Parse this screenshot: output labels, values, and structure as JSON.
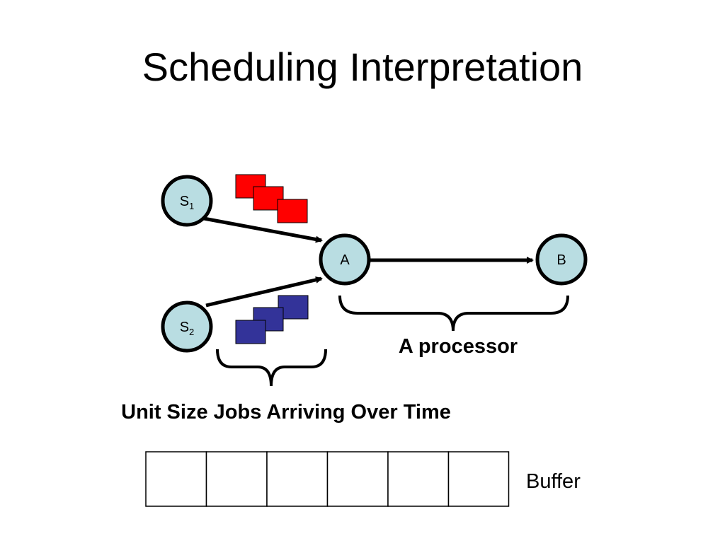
{
  "slide": {
    "title": "Scheduling Interpretation"
  },
  "nodes": {
    "s1": {
      "letter": "S",
      "subscript": "1"
    },
    "s2": {
      "letter": "S",
      "subscript": "2"
    },
    "a": {
      "label": "A"
    },
    "b": {
      "label": "B"
    }
  },
  "labels": {
    "processor": "A processor",
    "jobs": "Unit Size Jobs Arriving Over Time",
    "buffer": "Buffer"
  },
  "job_groups": {
    "s1_jobs": {
      "count": 3,
      "color": "#ff0000"
    },
    "s2_jobs": {
      "count": 3,
      "color": "#333399"
    }
  },
  "buffer": {
    "slots": 6
  },
  "colors": {
    "node_fill": "#b9dde2",
    "node_stroke": "#000000",
    "edge": "#000000"
  }
}
